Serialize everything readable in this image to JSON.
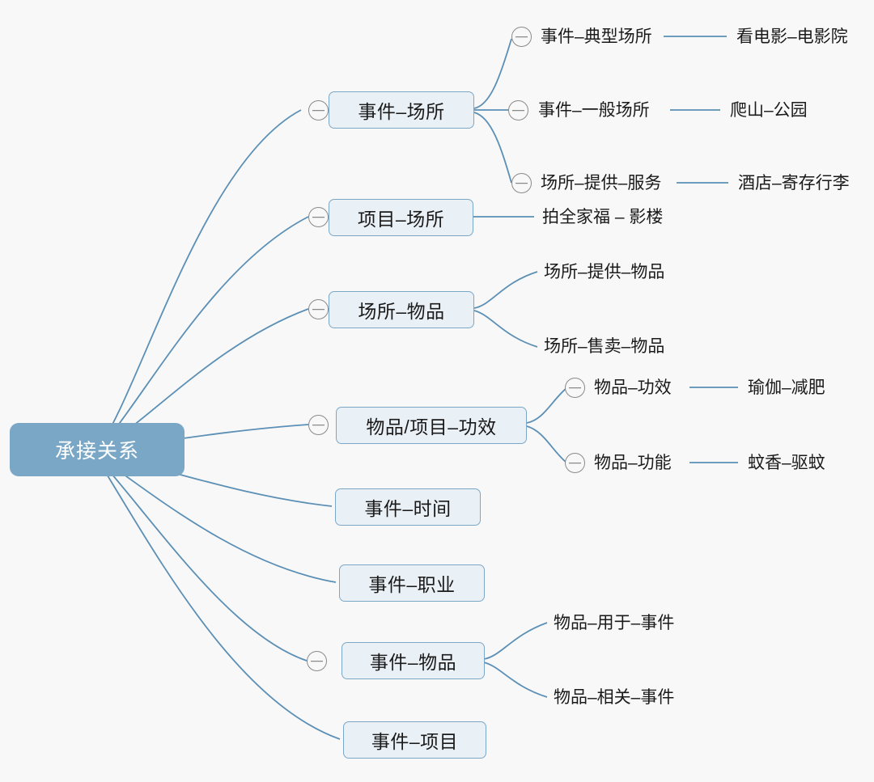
{
  "diagram": {
    "title": "承接关系",
    "type": "mindmap",
    "background_color": "#f8f8f8",
    "root_fill": "#7ba7c7",
    "node_fill": "#eaf1f6",
    "node_border": "#7ba7c7",
    "edge_color": "#5b8fb5",
    "collapse_icon": "minus-circle-icon"
  },
  "root": {
    "label": "承接关系"
  },
  "branches": [
    {
      "label": "事件–场所",
      "collapsed_toggle": true,
      "children": [
        {
          "label": "事件–典型场所",
          "toggle": true,
          "example": "看电影–电影院"
        },
        {
          "label": "事件–一般场所",
          "toggle": true,
          "example": "爬山–公园"
        },
        {
          "label": "场所–提供–服务",
          "toggle": true,
          "example": "酒店–寄存行李"
        }
      ]
    },
    {
      "label": "项目–场所",
      "collapsed_toggle": true,
      "children": [
        {
          "label": "拍全家福 – 影楼",
          "toggle": false,
          "example": ""
        }
      ]
    },
    {
      "label": "场所–物品",
      "collapsed_toggle": true,
      "children": [
        {
          "label": "场所–提供–物品",
          "toggle": false,
          "example": ""
        },
        {
          "label": "场所–售卖–物品",
          "toggle": false,
          "example": ""
        }
      ]
    },
    {
      "label": "物品/项目–功效",
      "collapsed_toggle": true,
      "children": [
        {
          "label": "物品–功效",
          "toggle": true,
          "example": "瑜伽–减肥"
        },
        {
          "label": "物品–功能",
          "toggle": true,
          "example": "蚊香–驱蚊"
        }
      ]
    },
    {
      "label": "事件–时间",
      "collapsed_toggle": false,
      "children": []
    },
    {
      "label": "事件–职业",
      "collapsed_toggle": false,
      "children": []
    },
    {
      "label": "事件–物品",
      "collapsed_toggle": true,
      "children": [
        {
          "label": "物品–用于–事件",
          "toggle": false,
          "example": ""
        },
        {
          "label": "物品–相关–事件",
          "toggle": false,
          "example": ""
        }
      ]
    },
    {
      "label": "事件–项目",
      "collapsed_toggle": false,
      "children": []
    }
  ]
}
